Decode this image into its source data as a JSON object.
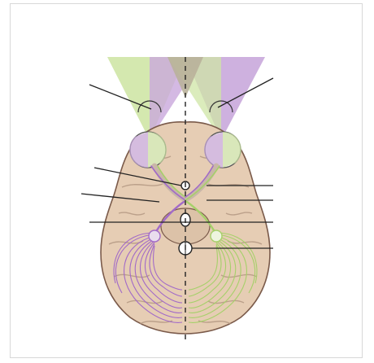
{
  "figure": {
    "kind": "visual-pathway-diagram",
    "labels_visible": false,
    "colors": {
      "background": "#ffffff",
      "frame_border": "#d8d8d8",
      "brain_fill": "#e6cdb4",
      "brain_outline": "#7a5a4a",
      "brain_fold": "#bba08a",
      "left_pathway": "#a26ac8",
      "right_pathway": "#a6d06a",
      "left_field_fill": "#c9a8dc",
      "right_field_fill": "#cfe6a6",
      "overlap_field_fill": "#b9b19a",
      "eyeball_fill": "#f0ece6",
      "midline": "#222222",
      "leader_line": "#222222"
    },
    "structures": [
      "visual-field-left",
      "visual-field-right",
      "left-eye",
      "right-eye",
      "optic-nerve",
      "optic-chiasm",
      "optic-tract",
      "lateral-geniculate-nucleus",
      "optic-radiation",
      "visual-cortex",
      "midline"
    ],
    "leader_line_count": 8
  }
}
